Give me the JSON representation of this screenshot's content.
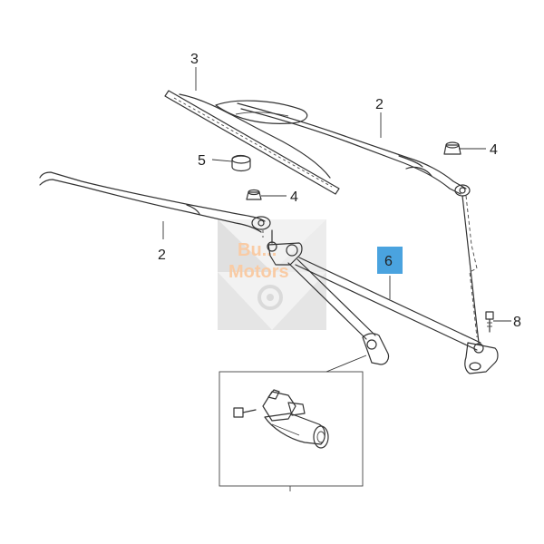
{
  "callouts": {
    "blade": "3",
    "arm_right": "2",
    "arm_left": "2",
    "nut_right": "4",
    "nut_left": "4",
    "cap": "5",
    "linkage": "6",
    "bolt": "8"
  },
  "watermark": {
    "line1": "Bu...",
    "line2": "Motors"
  },
  "colors": {
    "highlight_box": "#4aa3df",
    "watermark_orange": "#f5a15a",
    "watermark_gray": "#d6d6d6",
    "line": "#333333"
  }
}
